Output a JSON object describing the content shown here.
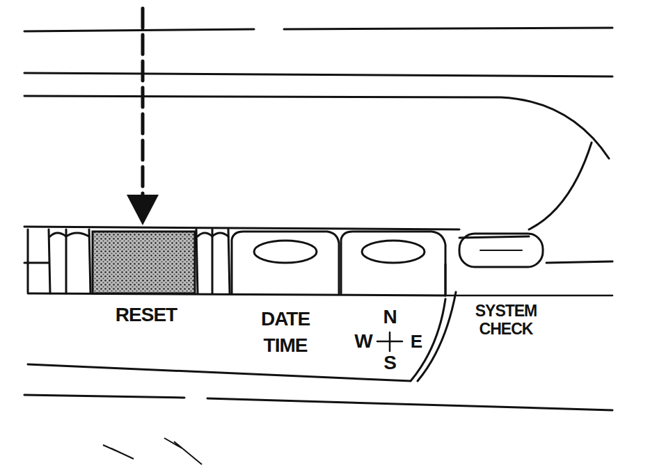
{
  "diagram": {
    "labels": [
      "RESET",
      "DATE TIME",
      "N",
      "W",
      "E",
      "S",
      "SYSTEM CHECK"
    ]
  }
}
